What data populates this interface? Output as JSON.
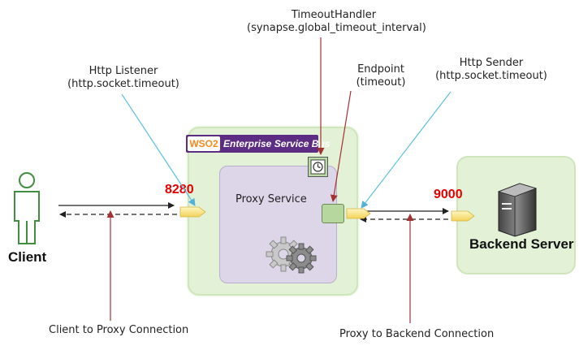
{
  "labels": {
    "timeout_handler": "TimeoutHandler",
    "timeout_handler_param": "(synapse.global_timeout_interval)",
    "http_listener": "Http Listener",
    "http_listener_param": "(http.socket.timeout)",
    "endpoint": "Endpoint",
    "endpoint_param": "(timeout)",
    "http_sender": "Http Sender",
    "http_sender_param": "(http.socket.timeout)",
    "client": "Client",
    "proxy_service": "Proxy Service",
    "backend_server": "Backend Server",
    "client_to_proxy": "Client to Proxy Connection",
    "proxy_to_backend": "Proxy to Backend Connection"
  },
  "esb": {
    "logo": "WSO2",
    "title": "Enterprise Service Bus"
  },
  "ports": {
    "proxy_port": "8280",
    "backend_port": "9000"
  },
  "colors": {
    "esb_fill": "#e3f1d6",
    "proxy_fill": "#ddd6e8",
    "banner": "#5c2d82",
    "port_text": "#e60000",
    "blue_pointer": "#5bc0e0",
    "red_pointer": "#a33333"
  },
  "icons": [
    "person-icon",
    "server-icon",
    "gears-icon",
    "clock-icon",
    "connector-arrow-icon"
  ]
}
